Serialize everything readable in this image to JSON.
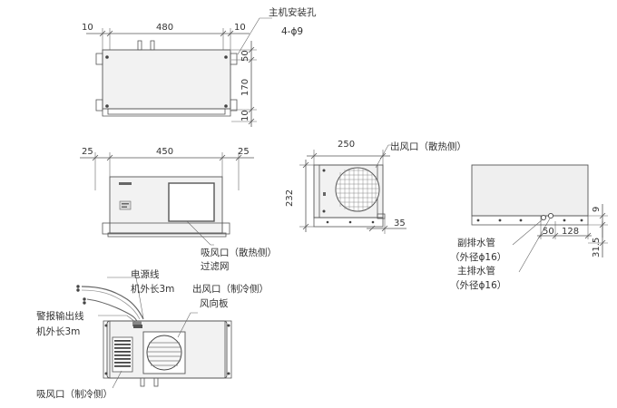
{
  "top_view": {
    "dims": {
      "left": "10",
      "width": "480",
      "right": "10",
      "d50": "50",
      "d170": "170",
      "d10": "10"
    },
    "hole_label": "主机安装孔",
    "hole_spec": "4-ϕ9"
  },
  "front_view": {
    "dims": {
      "left": "25",
      "width": "450",
      "right": "25"
    },
    "filter_label_1": "吸风口（散热侧）",
    "filter_label_2": "过滤网"
  },
  "side_view": {
    "dims": {
      "width": "250",
      "height": "232",
      "offset": "35"
    },
    "outlet_label": "出风口（散热侧）"
  },
  "right_view": {
    "dims": {
      "d9": "9",
      "d50": "50",
      "d128": "128",
      "d31_5": "31.5"
    },
    "sub_drain_1": "副排水管",
    "sub_drain_2": "（外径ϕ16）",
    "main_drain_1": "主排水管",
    "main_drain_2": "（外径ϕ16）"
  },
  "bottom_view": {
    "power_1": "电源线",
    "power_2": "机外长3m",
    "alarm_1": "警报输出线",
    "alarm_2": "机外长3m",
    "outlet_1": "出风口（制冷侧）",
    "outlet_2": "风向板",
    "inlet": "吸风口（制冷侧）"
  }
}
